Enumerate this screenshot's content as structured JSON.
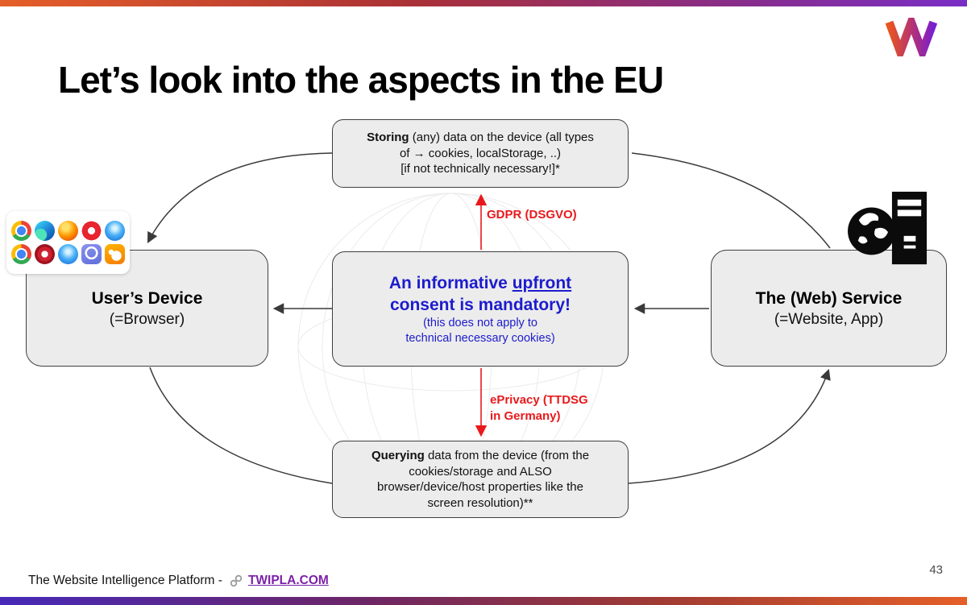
{
  "colors": {
    "bar_orange": "#e55f28",
    "bar_red": "#ab3136",
    "bar_magenta": "#8b2d80",
    "bar_purple": "#7a2ec6",
    "bar_indigo": "#4629b8",
    "bar_maroon": "#6d2664",
    "bar_rust": "#a03a33",
    "accent_red": "#e8191c",
    "accent_blue": "#1d1ccc",
    "box_bg": "#ececec",
    "box_border": "#3f3f3f",
    "arrow": "#3a3a3a",
    "link_purple": "#7b21a8",
    "text": "#111111",
    "page_number": "#4a4a4a"
  },
  "header": {
    "title": "Let’s look into the aspects in the EU",
    "logo": "twipla-w-logo"
  },
  "diagram": {
    "storing_box": {
      "lead": "Storing",
      "line1_rest": " (any) data on the device (all types",
      "line2": "of → cookies, localStorage, ..)",
      "line3": "[if not technically necessary!]*"
    },
    "gdpr_label": "GDPR (DSGVO)",
    "consent_box": {
      "line1_prefix": "An informative ",
      "line1_underlined": "upfront",
      "line2": "consent is mandatory!",
      "note_line1": "(this does not apply to",
      "note_line2": "technical necessary cookies)"
    },
    "eprivacy_label_line1": "ePrivacy (TTDSG",
    "eprivacy_label_line2": "in Germany)",
    "querying_box": {
      "lead": "Querying",
      "line1_rest": " data from the device (from the",
      "line2": "cookies/storage and ALSO",
      "line3": "browser/device/host properties like the",
      "line4": "screen resolution)**"
    },
    "user_device_box": {
      "title": "User’s Device",
      "subtitle": "(=Browser)"
    },
    "web_service_box": {
      "title": "The (Web) Service",
      "subtitle": "(=Website, App)"
    },
    "browser_icons": [
      "chrome",
      "edge",
      "firefox",
      "opera",
      "safari",
      "chrome",
      "opera-mini",
      "safari",
      "samsung-internet",
      "uc-browser"
    ],
    "service_icon": "globe-server-icon"
  },
  "footer": {
    "text": "The Website Intelligence Platform -",
    "link_icon": "chain-link-icon",
    "link_label": "TWIPLA.COM",
    "page_number": "43"
  }
}
